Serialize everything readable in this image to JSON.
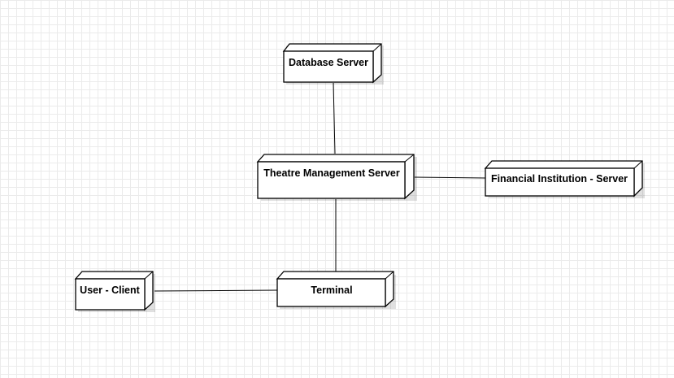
{
  "diagram": {
    "nodes": {
      "database_server": {
        "label": "Database Server"
      },
      "theatre_management_server": {
        "label": "Theatre Management Server"
      },
      "financial_institution_server": {
        "label": "Financial Institution - Server"
      },
      "user_client": {
        "label": "User - Client"
      },
      "terminal": {
        "label": "Terminal"
      }
    },
    "connections": [
      {
        "from": "database_server",
        "to": "theatre_management_server"
      },
      {
        "from": "theatre_management_server",
        "to": "financial_institution_server"
      },
      {
        "from": "theatre_management_server",
        "to": "terminal"
      },
      {
        "from": "user_client",
        "to": "terminal"
      }
    ]
  }
}
